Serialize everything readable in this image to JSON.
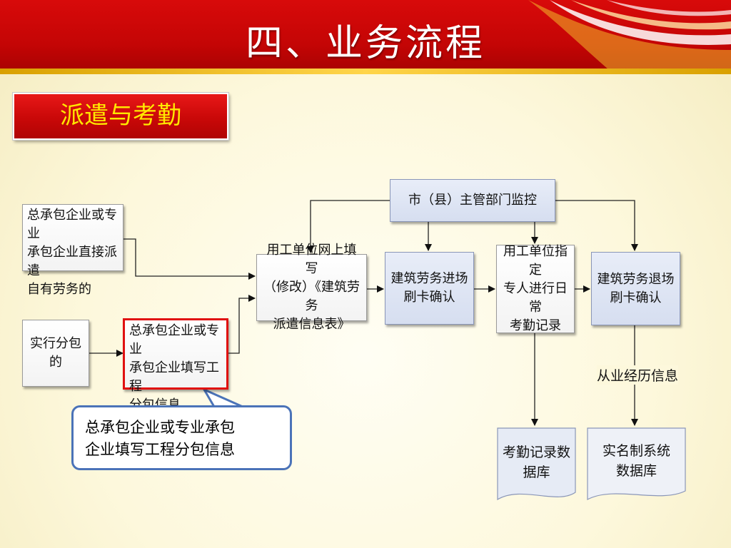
{
  "header": {
    "title": "四、业务流程"
  },
  "section": {
    "label": "派遣与考勤"
  },
  "diagram": {
    "nodes": {
      "direct_dispatch": [
        "总承包企业或专业",
        "承包企业直接派遣",
        "自有劳务的"
      ],
      "subcontract": [
        "实行分包的"
      ],
      "fill_subcontract": [
        "总承包企业或专业",
        "承包企业填写工程",
        "分包信息"
      ],
      "fill_dispatch_form": [
        "用工单位网上填写",
        "（修改）《建筑劳务",
        "派遣信息表》"
      ],
      "monitor": [
        "市（县）主管部门监控"
      ],
      "entry_card": [
        "建筑劳务进场",
        "刷卡确认"
      ],
      "daily_attendance": [
        "用工单位指定",
        "专人进行日常",
        "考勤记录"
      ],
      "exit_card": [
        "建筑劳务退场",
        "刷卡确认"
      ],
      "attendance_db": [
        "考勤记录数",
        "据库"
      ],
      "realname_db": [
        "实名制系统",
        "数据库"
      ]
    },
    "edge_labels": {
      "work_history": "从业经历信息"
    },
    "callout": [
      "总承包企业或专业承包",
      "企业填写工程分包信息"
    ]
  }
}
